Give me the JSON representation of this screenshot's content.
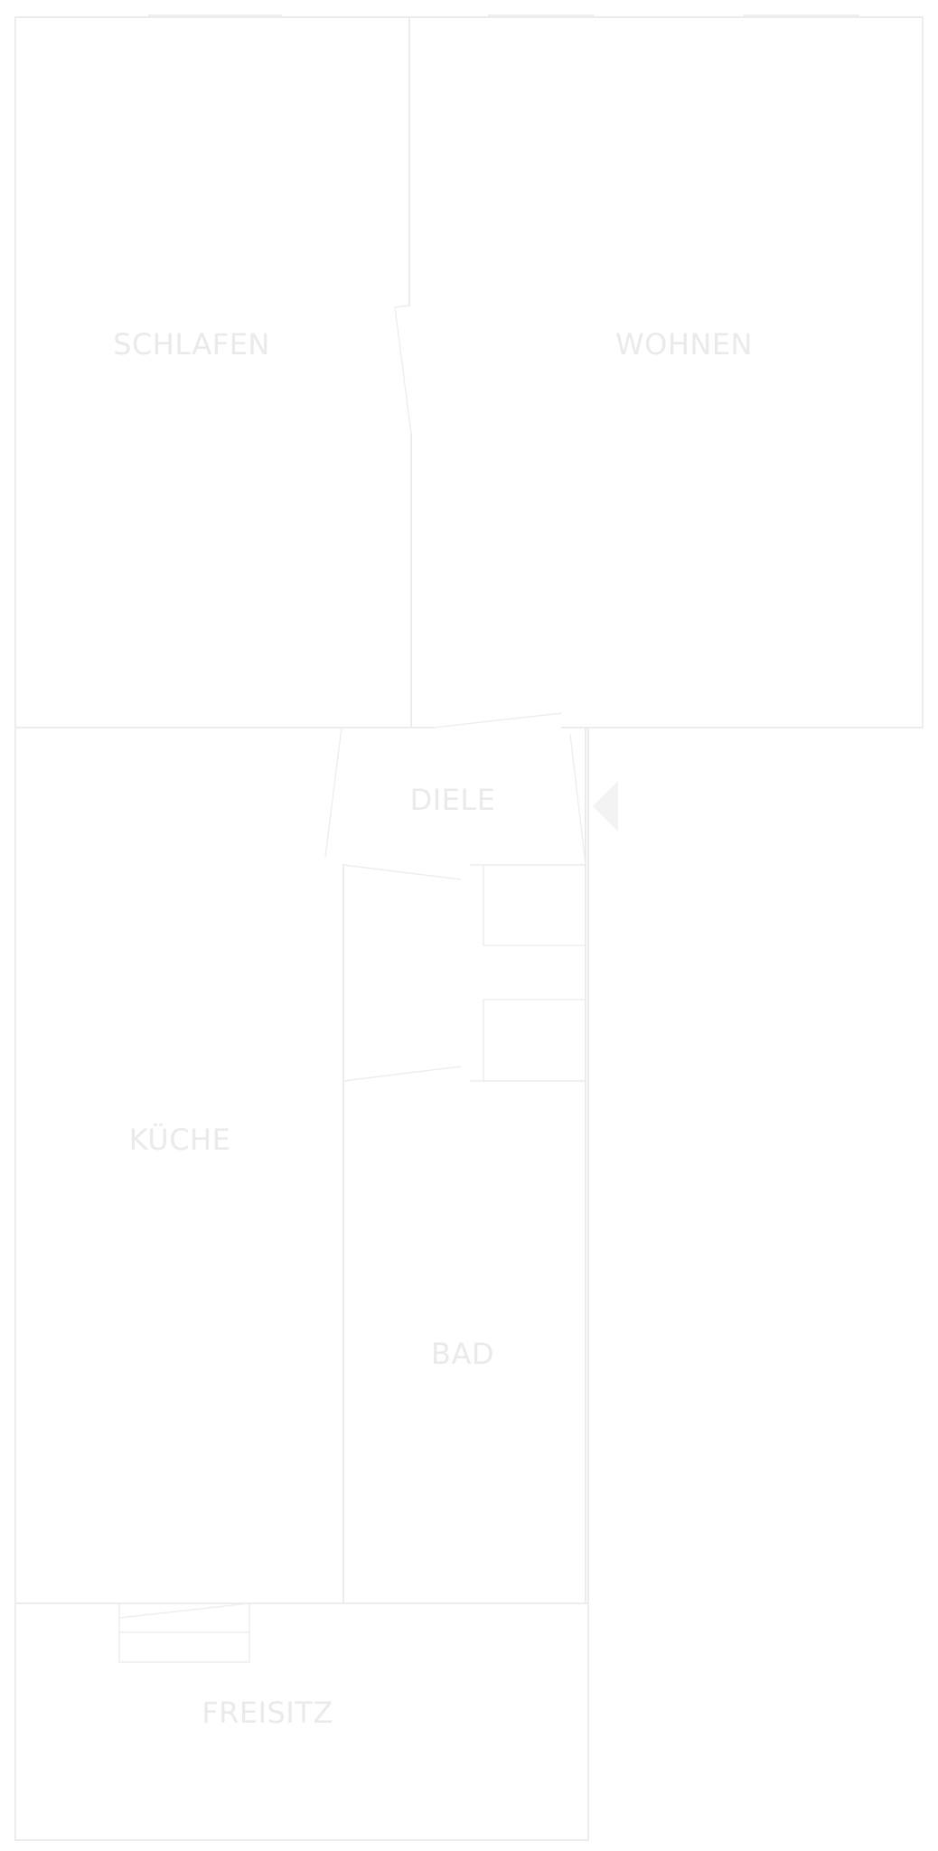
{
  "rooms": {
    "schlafen": "SCHLAFEN",
    "wohnen": "WOHNEN",
    "diele": "DIELE",
    "kueche": "KÜCHE",
    "bad": "BAD",
    "freisitz": "FREISITZ"
  },
  "colors": {
    "background": "#ffffff",
    "walls": "#ececec",
    "labels": "#eaeaea",
    "entry_marker": "#f3f3f3"
  },
  "icons": {
    "entry": "entry-arrow-icon"
  }
}
